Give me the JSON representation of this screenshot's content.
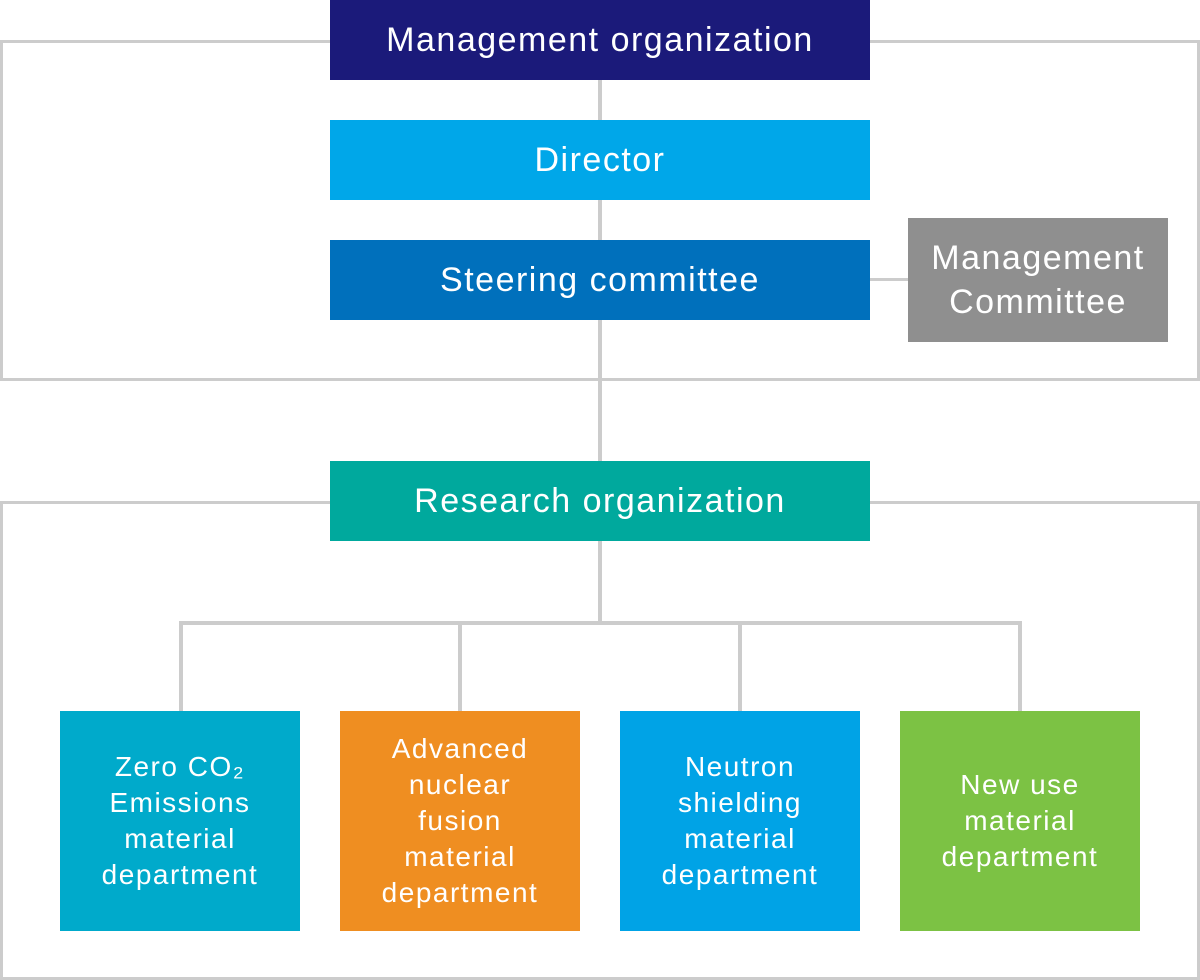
{
  "management": {
    "title": "Management organization",
    "director": "Director",
    "steering": "Steering committee",
    "committee_lines": [
      "Management",
      "Committee"
    ]
  },
  "research": {
    "title": "Research organization",
    "departments": [
      {
        "lines": [
          "Zero CO₂",
          "Emissions",
          "material",
          "department"
        ]
      },
      {
        "lines": [
          "Advanced",
          "nuclear",
          "fusion",
          "material",
          "department"
        ]
      },
      {
        "lines": [
          "Neutron",
          "shielding",
          "material",
          "department"
        ]
      },
      {
        "lines": [
          "New use",
          "material",
          "department"
        ]
      }
    ]
  },
  "colors": {
    "management_header": "#1b1a7a",
    "director": "#00a7e9",
    "steering": "#0070bc",
    "management_committee": "#8f8f8f",
    "research_header": "#00a99d",
    "dept_zero_co2": "#00aacb",
    "dept_fusion": "#ef8e21",
    "dept_neutron": "#00a3e6",
    "dept_new_use": "#7cc244",
    "frame": "#cccccc"
  }
}
